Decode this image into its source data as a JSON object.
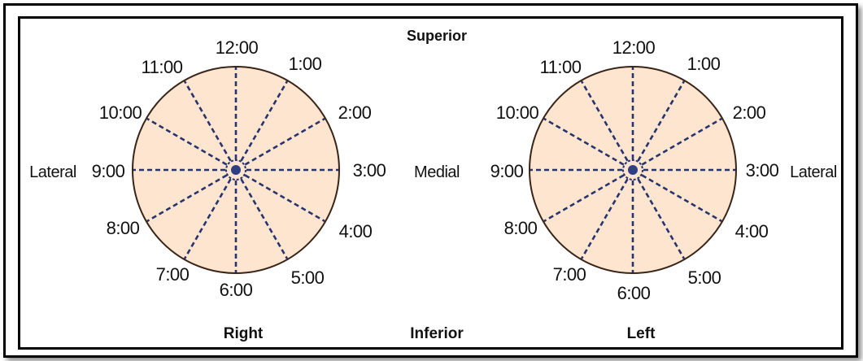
{
  "labels": {
    "superior": "Superior",
    "inferior": "Inferior",
    "medial": "Medial"
  },
  "right_eye": {
    "title": "Right",
    "side_label": "Lateral",
    "hours": [
      "12:00",
      "1:00",
      "2:00",
      "3:00",
      "4:00",
      "5:00",
      "6:00",
      "7:00",
      "8:00",
      "9:00",
      "10:00",
      "11:00"
    ]
  },
  "left_eye": {
    "title": "Left",
    "side_label": "Lateral",
    "hours": [
      "12:00",
      "1:00",
      "2:00",
      "3:00",
      "4:00",
      "5:00",
      "6:00",
      "7:00",
      "8:00",
      "9:00",
      "10:00",
      "11:00"
    ]
  },
  "colors": {
    "face_fill": "#fde5cf",
    "spoke_color": "#27346e",
    "outline": "#3a2418"
  }
}
